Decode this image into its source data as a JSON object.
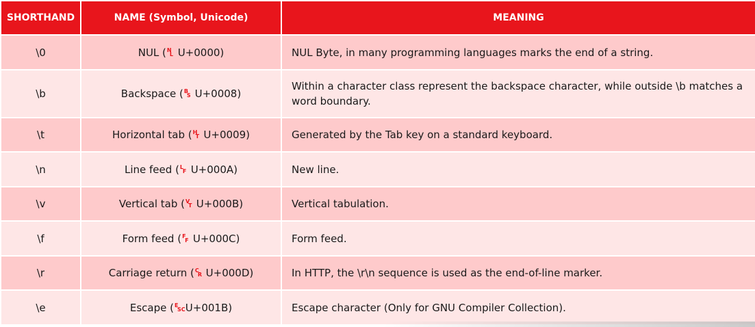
{
  "headers": {
    "shorthand": "SHORTHAND",
    "name": "NAME (Symbol, Unicode)",
    "meaning": "MEANING"
  },
  "rows": [
    {
      "shorthand": "\\0",
      "name": "NUL",
      "sym_a": "N",
      "sym_b": "L",
      "code": "U+0000)",
      "meaning": "NUL Byte, in many programming languages marks the end of a string."
    },
    {
      "shorthand": "\\b",
      "name": "Backspace",
      "sym_a": "B",
      "sym_b": "S",
      "code": "U+0008)",
      "meaning": "Within a character class represent the backspace character, while outside \\b matches a word boundary."
    },
    {
      "shorthand": "\\t",
      "name": "Horizontal tab",
      "sym_a": "H",
      "sym_b": "T",
      "code": "U+0009)",
      "meaning": "Generated by the Tab key on a standard keyboard."
    },
    {
      "shorthand": "\\n",
      "name": "Line feed",
      "sym_a": "L",
      "sym_b": "F",
      "code": "U+000A)",
      "meaning": "New line."
    },
    {
      "shorthand": "\\v",
      "name": "Vertical tab",
      "sym_a": "V",
      "sym_b": "T",
      "code": "U+000B)",
      "meaning": "Vertical tabulation."
    },
    {
      "shorthand": "\\f",
      "name": "Form feed",
      "sym_a": "F",
      "sym_b": "F",
      "code": "U+000C)",
      "meaning": "Form feed."
    },
    {
      "shorthand": "\\r",
      "name": "Carriage return",
      "sym_a": "C",
      "sym_b": "R",
      "code": "U+000D)",
      "meaning": "In HTTP, the \\r\\n sequence is used as the end-of-line marker."
    },
    {
      "shorthand": "\\e",
      "name": "Escape",
      "sym_a": "E",
      "sym_b": "SC",
      "code": "U+001B)",
      "meaning": "Escape character (Only for GNU Compiler Collection)."
    }
  ],
  "colors": {
    "header_bg": "#e8151c",
    "row_odd_bg": "#fecacb",
    "row_even_bg": "#fee6e6",
    "symbol": "#e8151c"
  }
}
